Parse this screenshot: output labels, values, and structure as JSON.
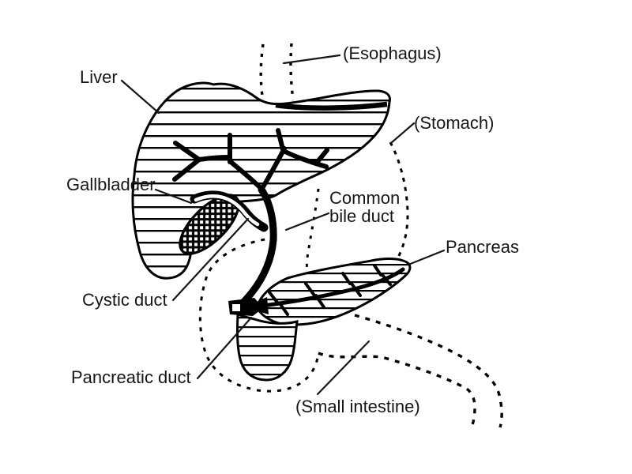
{
  "figure": {
    "type": "anatomical-line-diagram",
    "subject": "Liver, gallbladder and pancreas with bile duct system; esophagus, stomach and small intestine shown as dotted outlines",
    "background_color": "#ffffff",
    "ink_color": "#000000"
  },
  "labels": {
    "liver": "Liver",
    "esophagus": "(Esophagus)",
    "stomach": "(Stomach)",
    "gallbladder": "Gallbladder",
    "common_bile_duct_line1": "Common",
    "common_bile_duct_line2": "bile duct",
    "pancreas": "Pancreas",
    "cystic_duct": "Cystic duct",
    "pancreatic_duct": "Pancreatic duct",
    "small_intestine": "(Small intestine)"
  }
}
